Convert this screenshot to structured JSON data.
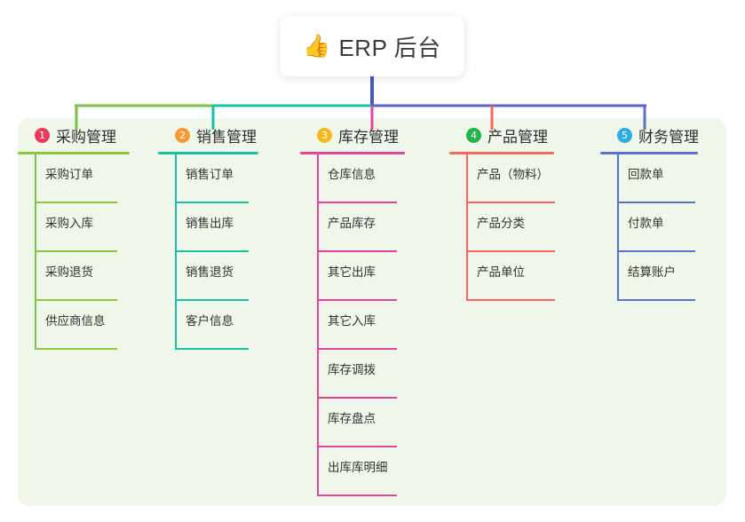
{
  "root": {
    "icon": "thumbs-up-emoji",
    "emoji": "👍",
    "title": "ERP 后台"
  },
  "palette": {
    "panel_bg": "#eef7e9",
    "page_bg": "#ffffff",
    "root_stem": "#4a56c4",
    "bus_green": "#7cc04a",
    "bus_teal": "#18c0a5",
    "bus_blue": "#5a5fd0"
  },
  "columns": [
    {
      "number": "1",
      "title": "采购管理",
      "badge_color": "#ea3b5c",
      "line_color": "#8cc63f",
      "drop_color": "#7cc04a",
      "items": [
        {
          "label": "采购订单"
        },
        {
          "label": "采购入库"
        },
        {
          "label": "采购退货"
        },
        {
          "label": "供应商信息"
        }
      ]
    },
    {
      "number": "2",
      "title": "销售管理",
      "badge_color": "#f59a36",
      "line_color": "#18c0a5",
      "drop_color": "#18c0a5",
      "items": [
        {
          "label": "销售订单"
        },
        {
          "label": "销售出库"
        },
        {
          "label": "销售退货"
        },
        {
          "label": "客户信息"
        }
      ]
    },
    {
      "number": "3",
      "title": "库存管理",
      "badge_color": "#f5b821",
      "line_color": "#e2459b",
      "drop_color": "#e2459b",
      "items": [
        {
          "label": "仓库信息"
        },
        {
          "label": "产品库存"
        },
        {
          "label": "其它出库"
        },
        {
          "label": "其它入库"
        },
        {
          "label": "库存调拨"
        },
        {
          "label": "库存盘点"
        },
        {
          "label": "出库库明细"
        }
      ]
    },
    {
      "number": "4",
      "title": "产品管理",
      "badge_color": "#21b54a",
      "line_color": "#f4685f",
      "drop_color": "#f4685f",
      "items": [
        {
          "label": "产品（物料）"
        },
        {
          "label": "产品分类"
        },
        {
          "label": "产品单位"
        }
      ]
    },
    {
      "number": "5",
      "title": "财务管理",
      "badge_color": "#2eaee0",
      "line_color": "#5a72c8",
      "drop_color": "#5a72c8",
      "items": [
        {
          "label": "回款单"
        },
        {
          "label": "付款单"
        },
        {
          "label": "结算账户"
        }
      ]
    }
  ]
}
